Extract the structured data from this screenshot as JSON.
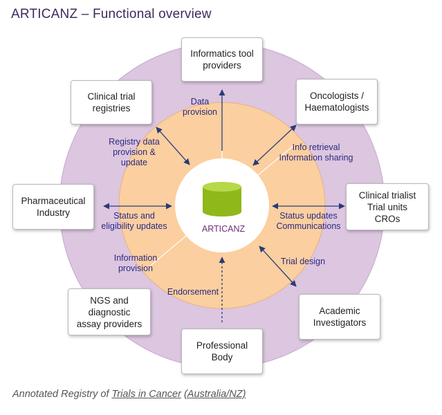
{
  "title": "ARTICANZ – Functional overview",
  "center_label": "ARTICANZ",
  "caption": {
    "pre": "Annotated Registry of ",
    "link1": "Trials in Cancer",
    "mid": " ",
    "link2": "(Australia/NZ)"
  },
  "nodes": {
    "informatics": "Informatics tool\nproviders",
    "registries": "Clinical trial\nregistries",
    "oncologists": "Oncologists /\nHaematologists",
    "pharma": "Pharmaceutical\nIndustry",
    "trialist": "Clinical trialist\nTrial units\nCROs",
    "ngs": "NGS and\ndiagnostic\nassay providers",
    "academic": "Academic\nInvestigators",
    "professional": "Professional\nBody"
  },
  "edges": {
    "data_provision": "Data\nprovision",
    "registry": "Registry data\nprovision &\nupdate",
    "info_retrieval": "Info retrieval\nInformation sharing",
    "status_eligibility": "Status and\neligibility updates",
    "status_comms": "Status updates\nCommunications",
    "information_provision": "Information\nprovision",
    "trial_design": "Trial design",
    "endorsement": "Endorsement"
  },
  "colors": {
    "outer_ring": "#dcc6e0",
    "inner_ring": "#fbcf9f",
    "arrow": "#2a3a7a",
    "cylinder": "#9cc520",
    "title": "#3d2a5e"
  }
}
